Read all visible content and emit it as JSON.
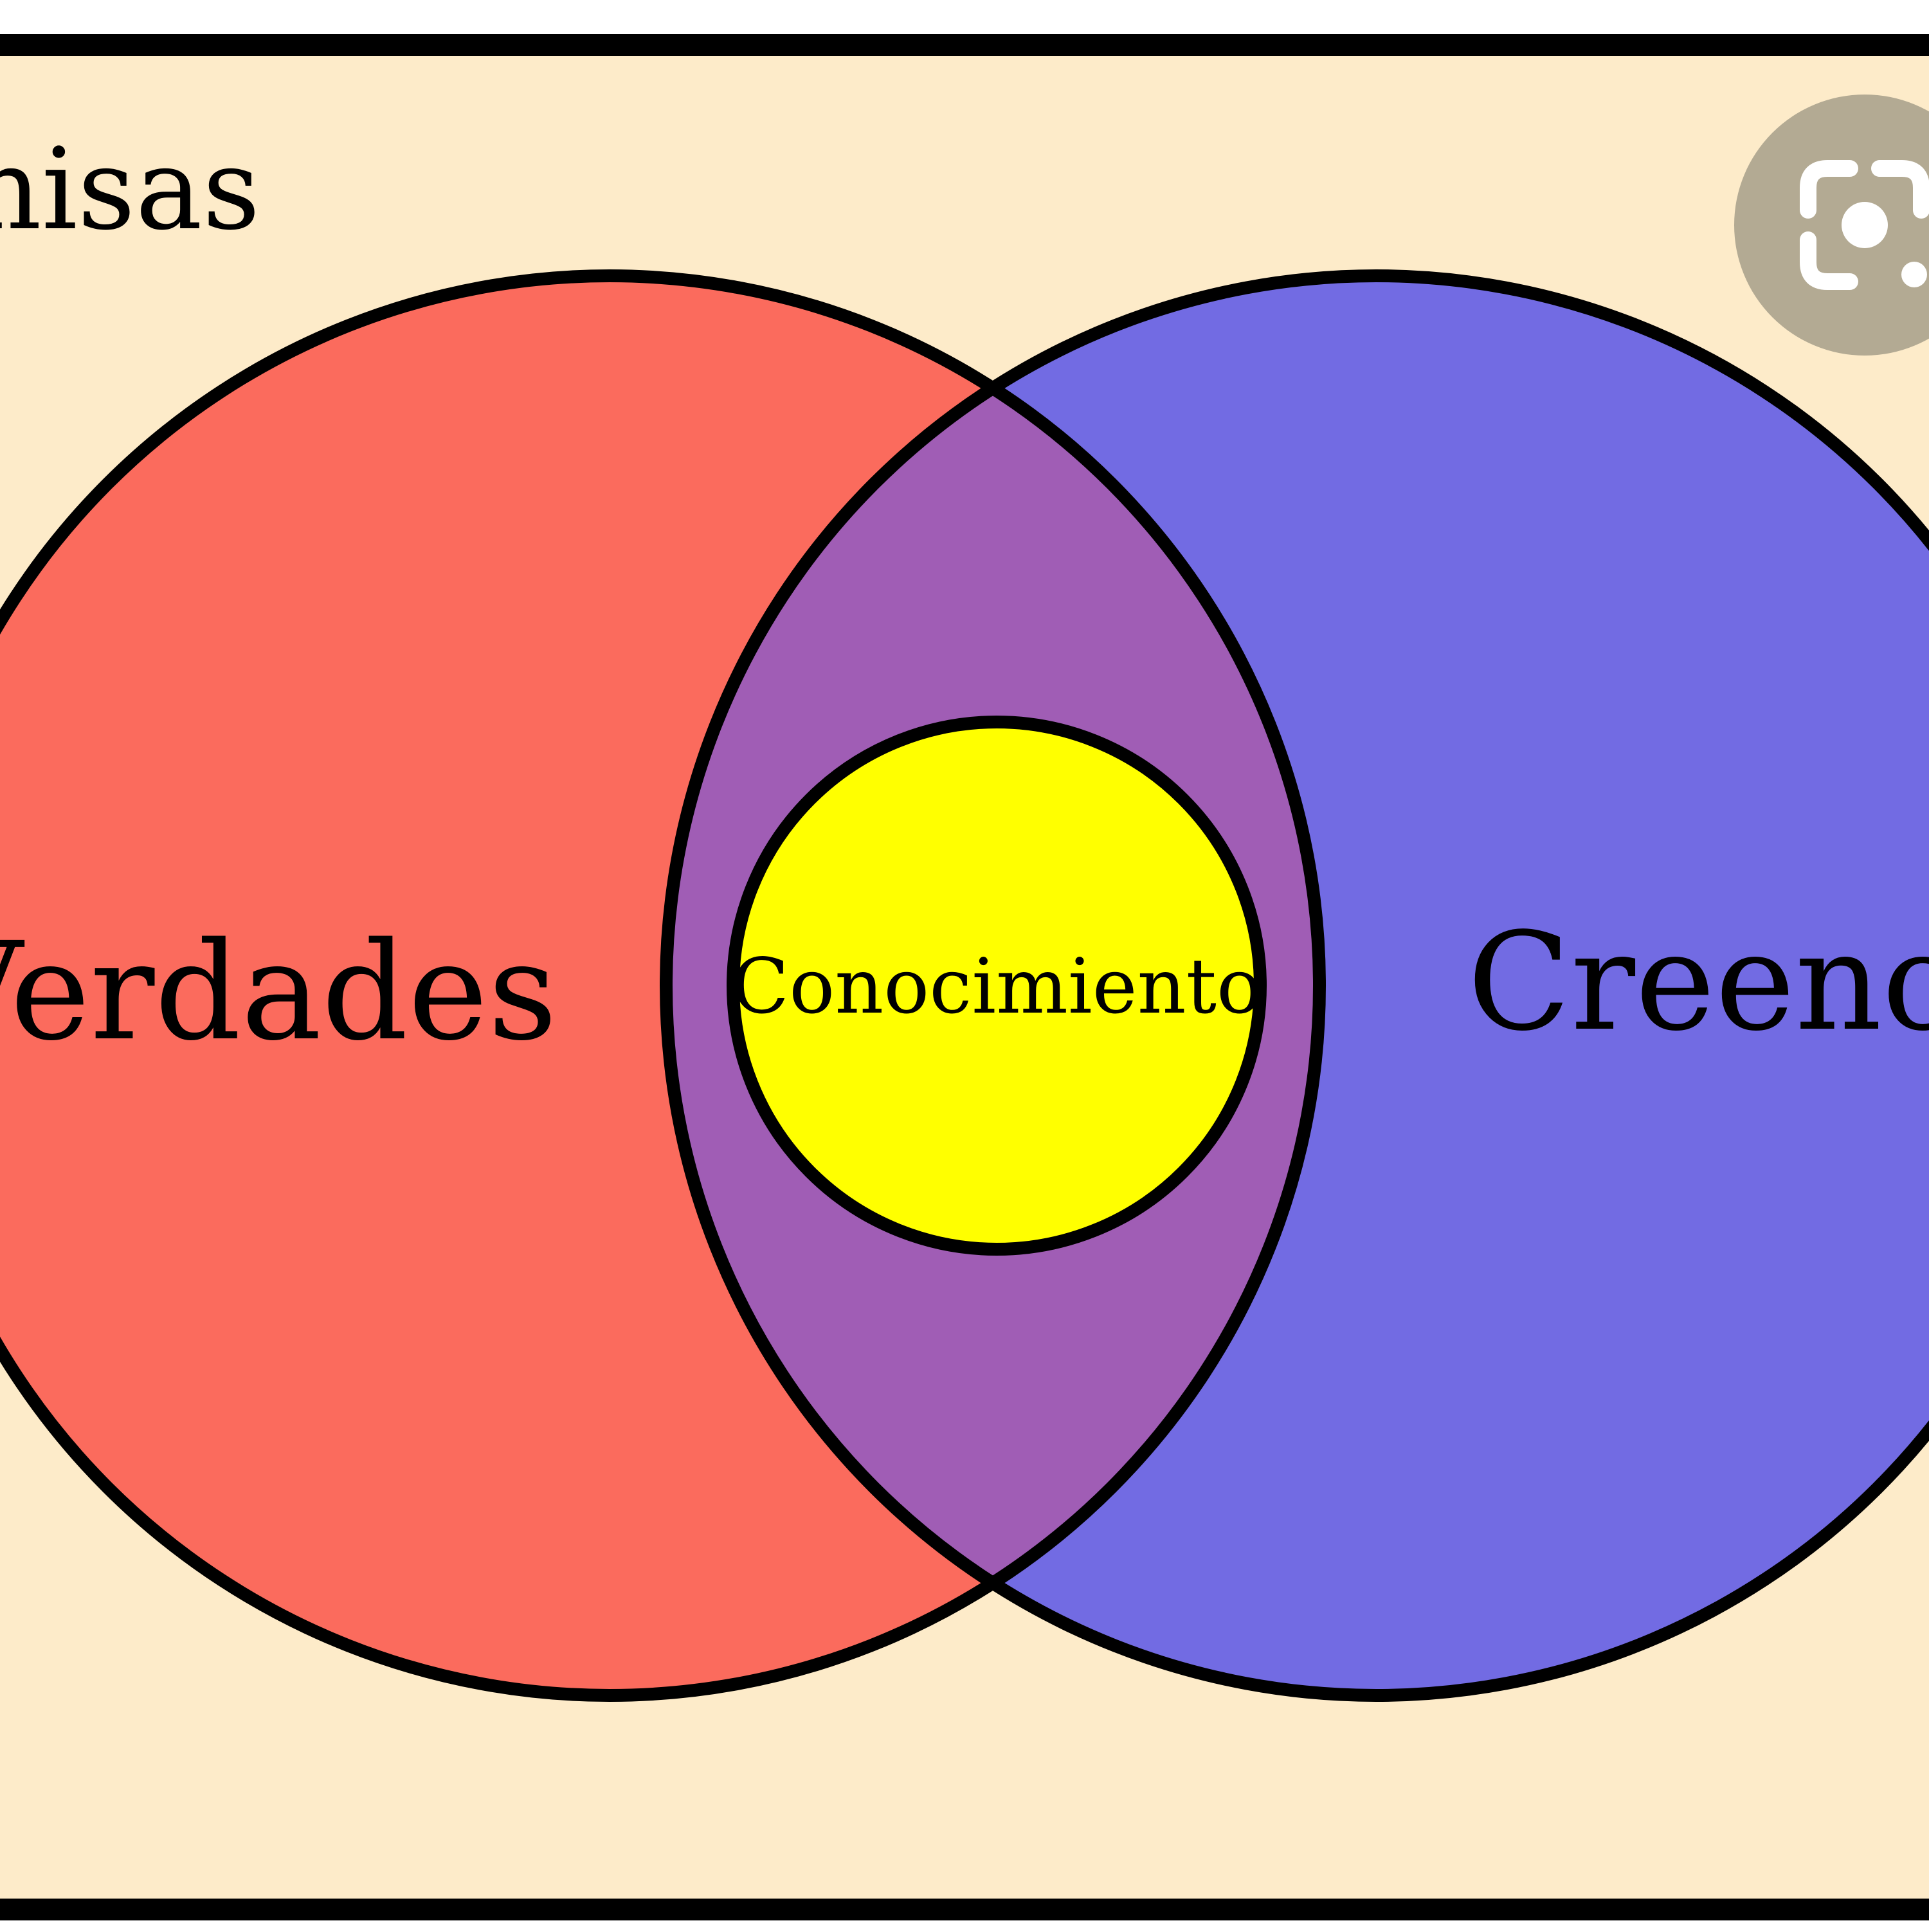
{
  "diagram": {
    "outer_label": "nisas",
    "left_set_label": "Verdades",
    "right_set_label": "Creencias",
    "center_label": "Conocimiento"
  },
  "colors": {
    "background": "#fdebc9",
    "left_set": "#fb6b5d",
    "right_set": "#726be3",
    "intersection": "#a05db5",
    "center": "#ffff00",
    "outline": "#000000",
    "lens_button": "#b3aa93"
  },
  "overlay": {
    "icon": "lens-search-icon"
  }
}
